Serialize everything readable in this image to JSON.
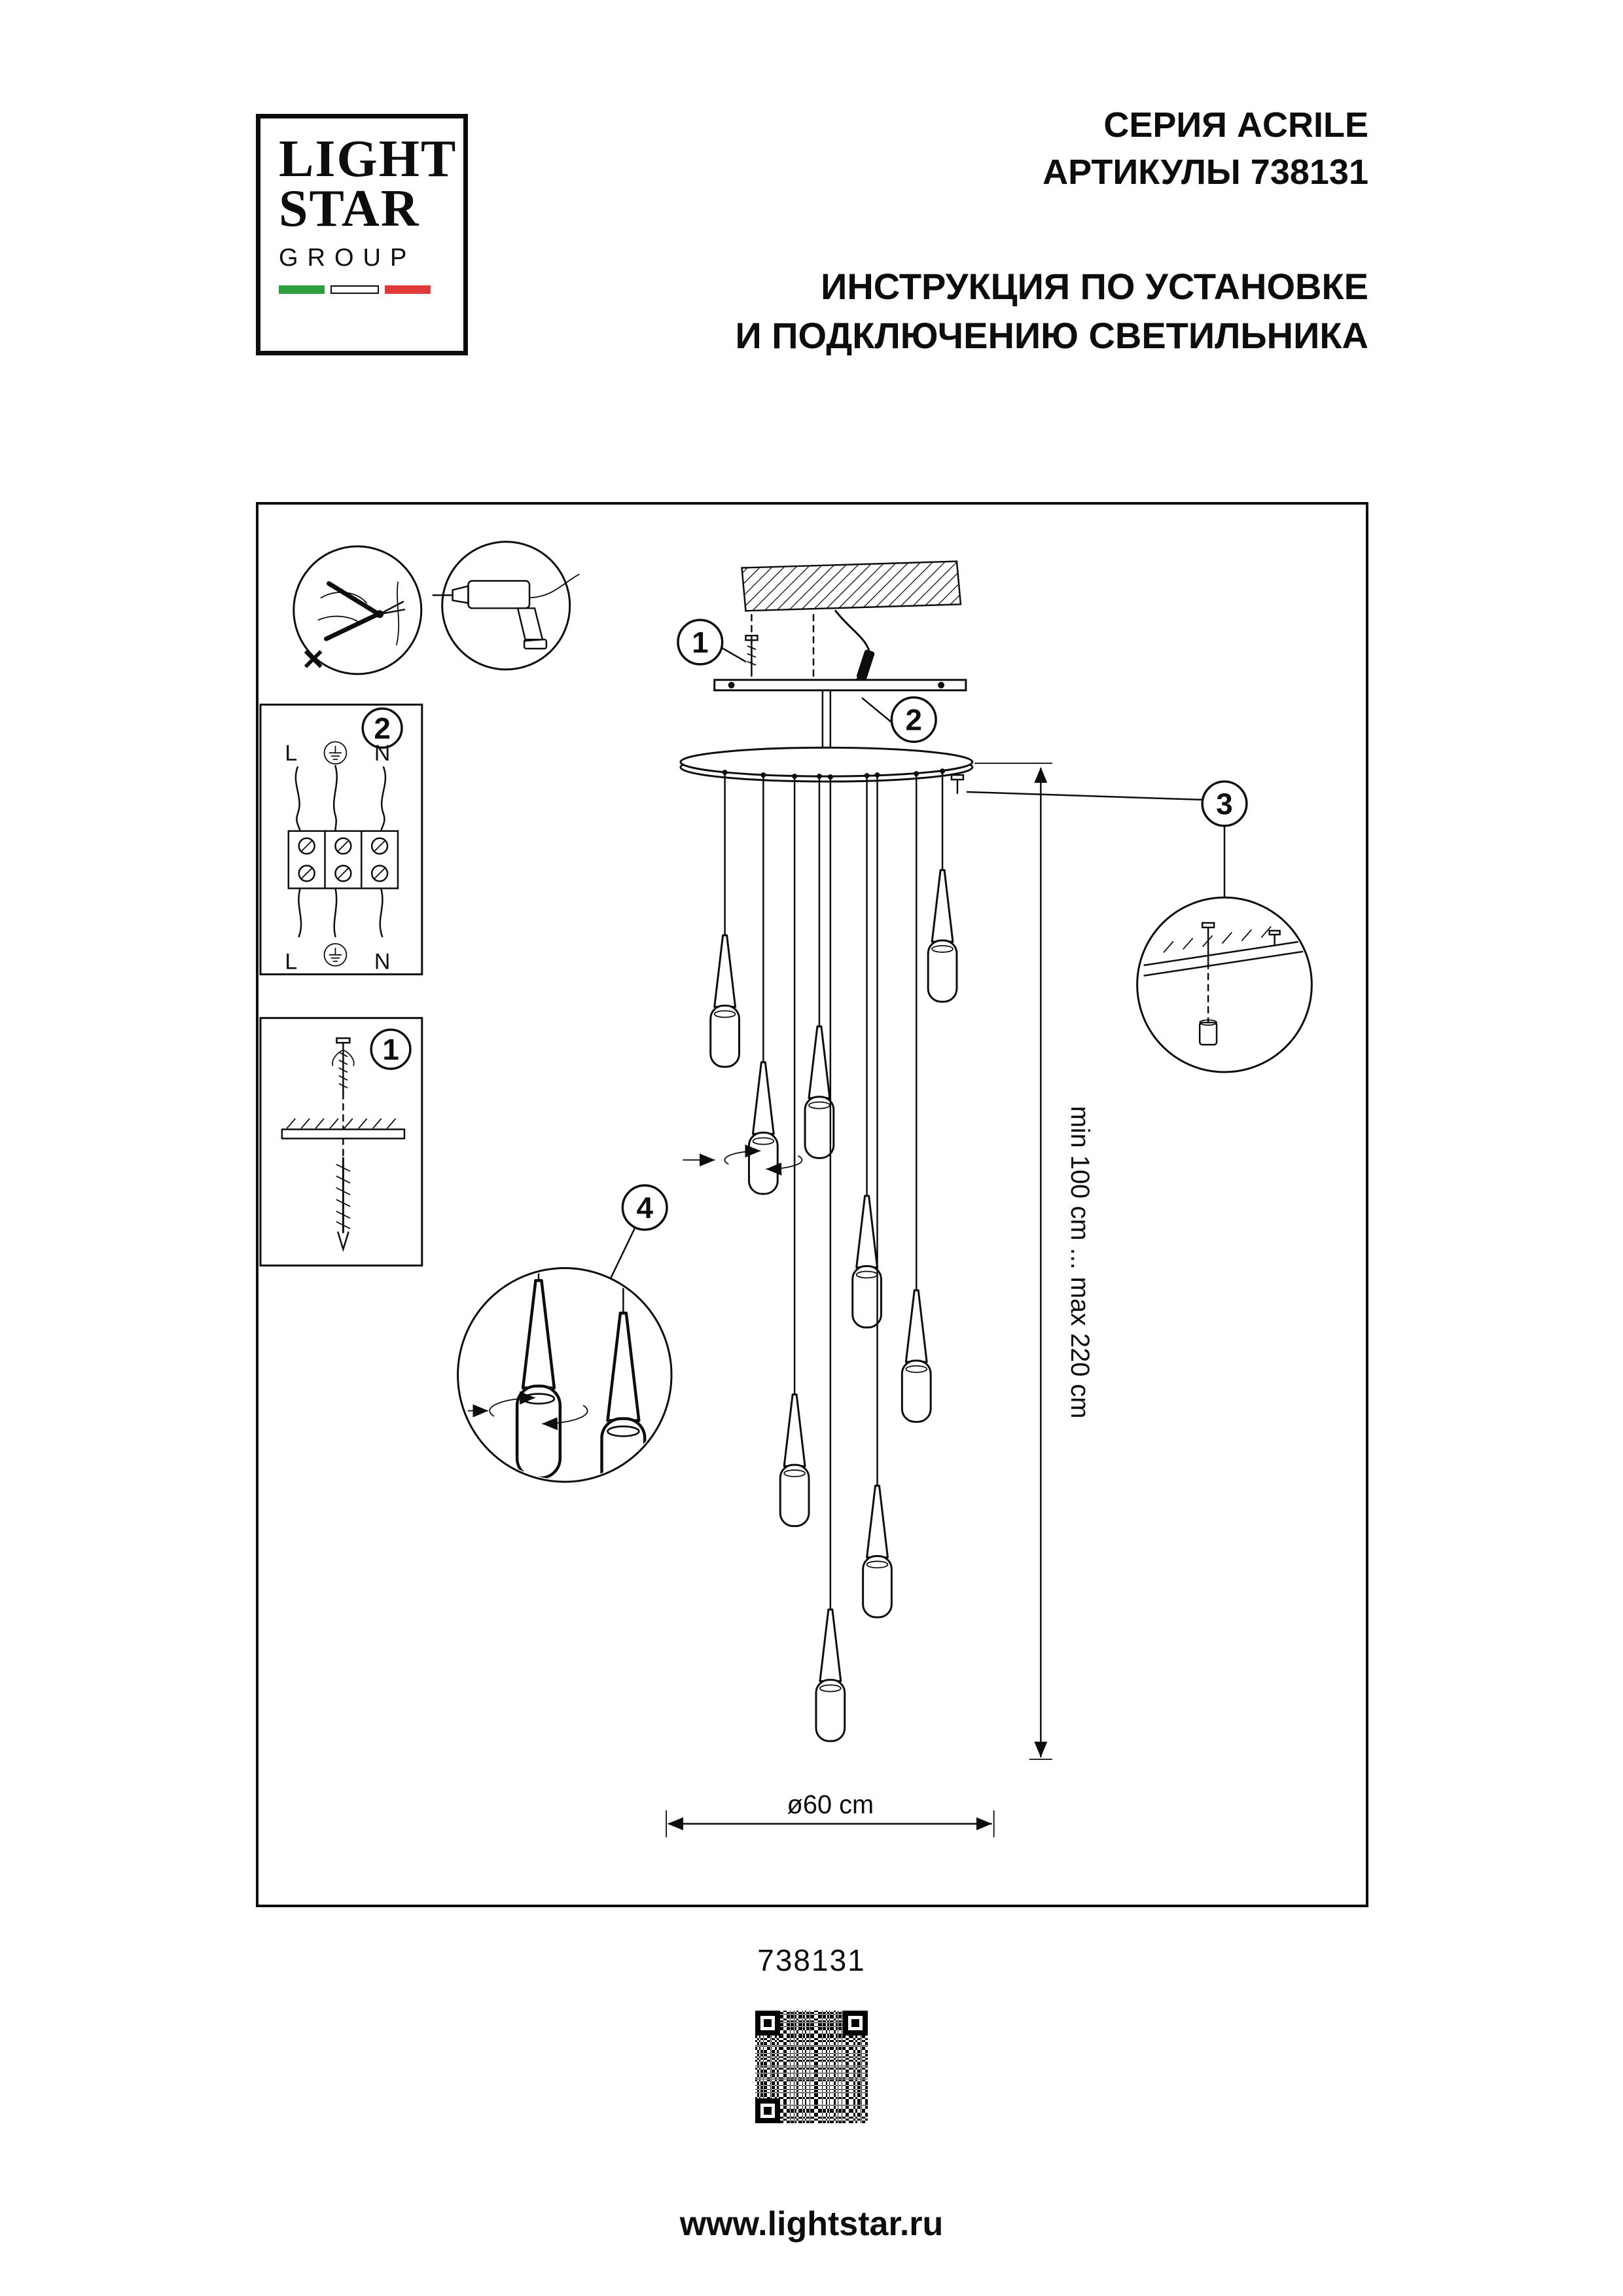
{
  "logo": {
    "line1": "LIGHT",
    "line2": "STAR",
    "line3": "GROUP",
    "flag_colors": [
      "#2f9e41",
      "#ffffff",
      "#e03a3a"
    ]
  },
  "header": {
    "series": "СЕРИЯ ACRILE",
    "articles": "АРТИКУЛЫ 738131",
    "instruction_line1": "ИНСТРУКЦИЯ ПО УСТАНОВКЕ",
    "instruction_line2": "И ПОДКЛЮЧЕНИЮ СВЕТИЛЬНИКА"
  },
  "diagram": {
    "callouts": {
      "c1": "1",
      "c2": "2",
      "c3": "3",
      "c4": "4"
    },
    "tools": {
      "no_mark": "✕"
    },
    "wiring": {
      "l": "L",
      "n": "N"
    },
    "dimensions": {
      "vertical": "min 100 cm ... max 220 cm",
      "horizontal": "ø60 cm"
    }
  },
  "footer": {
    "article_code": "738131",
    "website": "www.lightstar.ru"
  }
}
